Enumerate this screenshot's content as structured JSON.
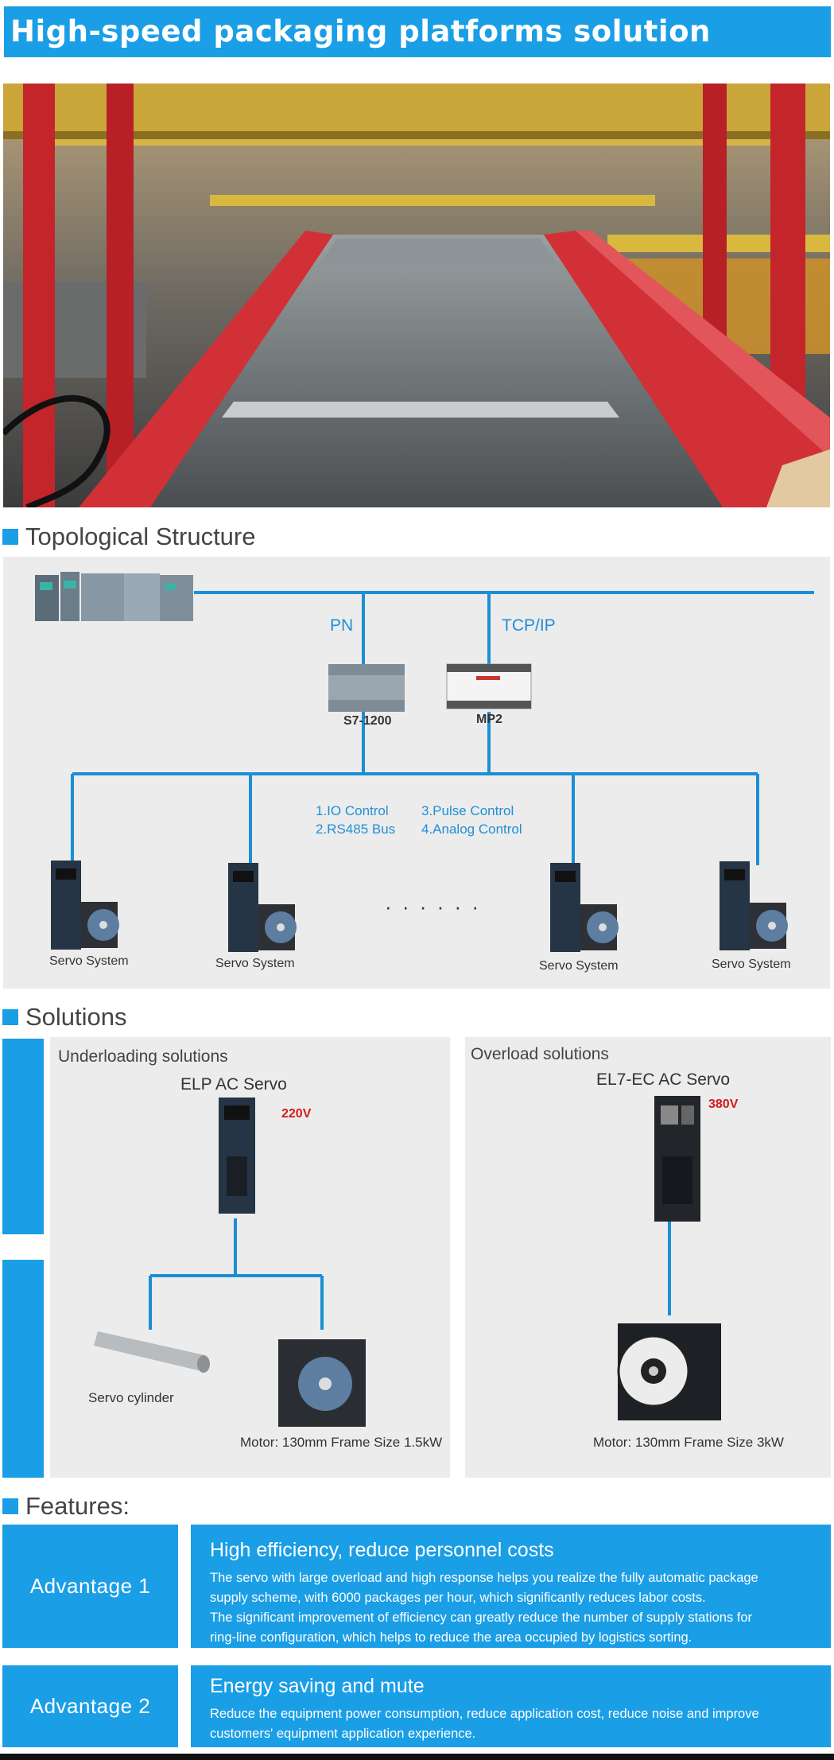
{
  "banner": {
    "title": "High-speed packaging platforms solution"
  },
  "sections": {
    "topology": "Topological Structure",
    "solutions": "Solutions",
    "features": "Features:"
  },
  "topology": {
    "link_pn": "PN",
    "link_tcp": "TCP/IP",
    "device_1": "S7-1200",
    "device_2": "MP2",
    "control_1": "1.IO Control",
    "control_2": "2.RS485 Bus",
    "control_3": "3.Pulse Control",
    "control_4": "4.Analog Control",
    "ellipsis": "· · · · · ·",
    "servo_label": "Servo System"
  },
  "solutions": {
    "under": {
      "title": "Underloading solutions",
      "servo": "ELP AC Servo",
      "voltage": "220V",
      "cylinder": "Servo cylinder",
      "motor": "Motor: 130mm Frame Size 1.5kW"
    },
    "over": {
      "title": "Overload solutions",
      "servo": "EL7-EC AC Servo",
      "voltage": "380V",
      "motor": "Motor: 130mm Frame Size 3kW"
    }
  },
  "features": [
    {
      "label": "Advantage 1",
      "heading": "High efficiency, reduce personnel costs",
      "lines": [
        "The servo with large overload and high response helps you realize the fully automatic package",
        "supply scheme, with 6000 packages per hour, which significantly reduces labor costs.",
        "The significant improvement of efficiency can greatly reduce the number of supply stations for",
        "ring-line configuration, which helps to reduce the area occupied by logistics sorting."
      ]
    },
    {
      "label": "Advantage 2",
      "heading": "Energy saving and mute",
      "lines": [
        "Reduce the equipment power consumption, reduce application cost, reduce noise and improve",
        "customers' equipment application experience."
      ]
    }
  ],
  "colors": {
    "accent": "#1a9ee6",
    "panel": "#ececec",
    "voltage": "#d41a1a"
  }
}
